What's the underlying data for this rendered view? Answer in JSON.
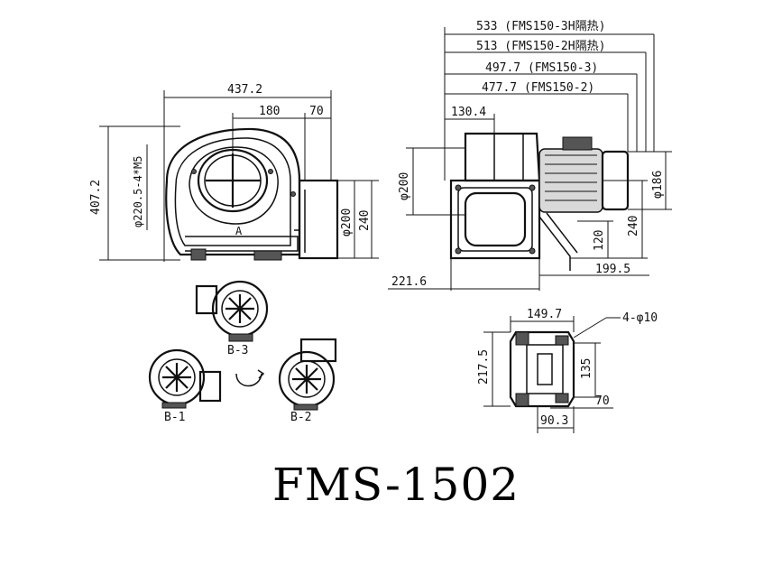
{
  "model": "FMS-1502",
  "front_view": {
    "dims": {
      "width_total": "437.2",
      "outlet_offset": "180",
      "outlet_width": "70",
      "height_total": "407.2",
      "flange_pcd": "φ220.5-4*M5",
      "outlet_dia": "φ200",
      "outlet_height": "240",
      "section_mark": "A"
    }
  },
  "side_view": {
    "dims": {
      "len_3h": "533 (FMS150-3H隔热)",
      "len_2h": "513 (FMS150-2H隔热)",
      "len_3": "497.7 (FMS150-3)",
      "len_2": "477.7 (FMS150-2)",
      "inlet_offset": "130.4",
      "inlet_dia": "φ200",
      "motor_dia": "φ186",
      "center_height": "240",
      "foot_height": "120",
      "foot_spacing": "199.5",
      "base_offset": "221.6"
    }
  },
  "base_view": {
    "dims": {
      "width": "149.7",
      "holes": "4-φ10",
      "depth": "217.5",
      "hole_pitch": "135",
      "foot_width": "70",
      "hole_offset": "90.3"
    }
  },
  "orientations": {
    "b3": "B-3",
    "b1": "B-1",
    "b2": "B-2"
  }
}
